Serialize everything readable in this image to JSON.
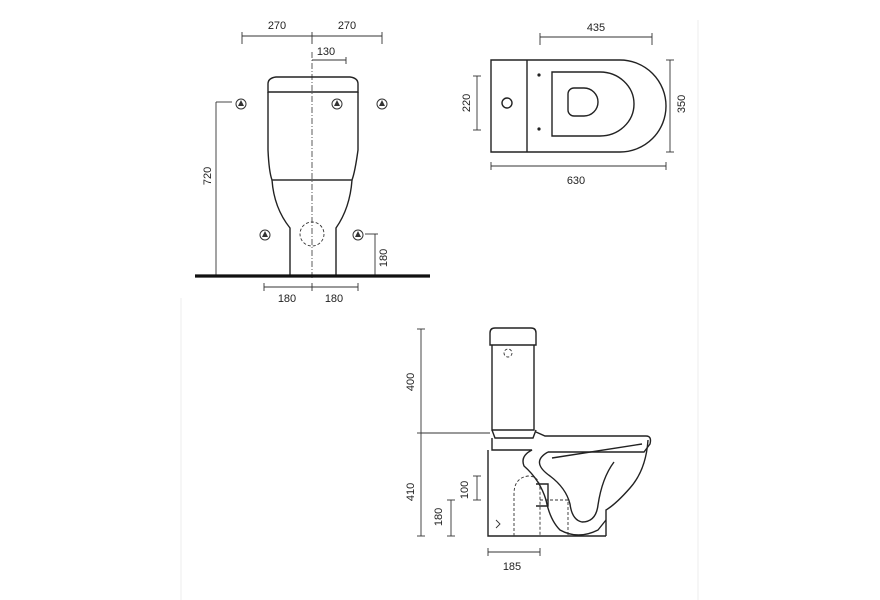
{
  "front_view": {
    "width_left": "270",
    "width_right": "270",
    "top_offset": "130",
    "height_total": "720",
    "inlet_height": "180",
    "base_left": "180",
    "base_right": "180"
  },
  "top_view": {
    "bowl_length": "435",
    "tank_width": "220",
    "total_width": "350",
    "total_length": "630"
  },
  "side_view": {
    "tank_height": "400",
    "bowl_height": "410",
    "outlet_height_upper": "100",
    "outlet_height_lower": "180",
    "outlet_depth": "185"
  },
  "colors": {
    "line": "#222222",
    "floor": "#111111"
  }
}
